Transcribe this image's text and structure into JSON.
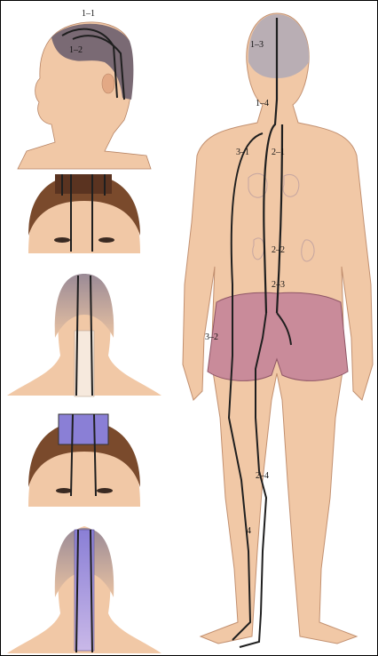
{
  "labels": {
    "head_top": "1–1",
    "head_side": "1–2",
    "back_head": "1–3",
    "neck": "1–4",
    "left_back": "3–1",
    "right_back": "2–1",
    "mid_back": "2–2",
    "lower_back": "2–3",
    "left_hip": "3–2",
    "calf": "2–4",
    "lower_leg": "4"
  },
  "colors": {
    "skin": "#f1c8a6",
    "skin_shadow": "#e3a985",
    "hair": "#7a4a2c",
    "shorts": "#c98b9a",
    "meridian_line": "#1f1f1f",
    "highlight_band": "#8a7fd6"
  }
}
